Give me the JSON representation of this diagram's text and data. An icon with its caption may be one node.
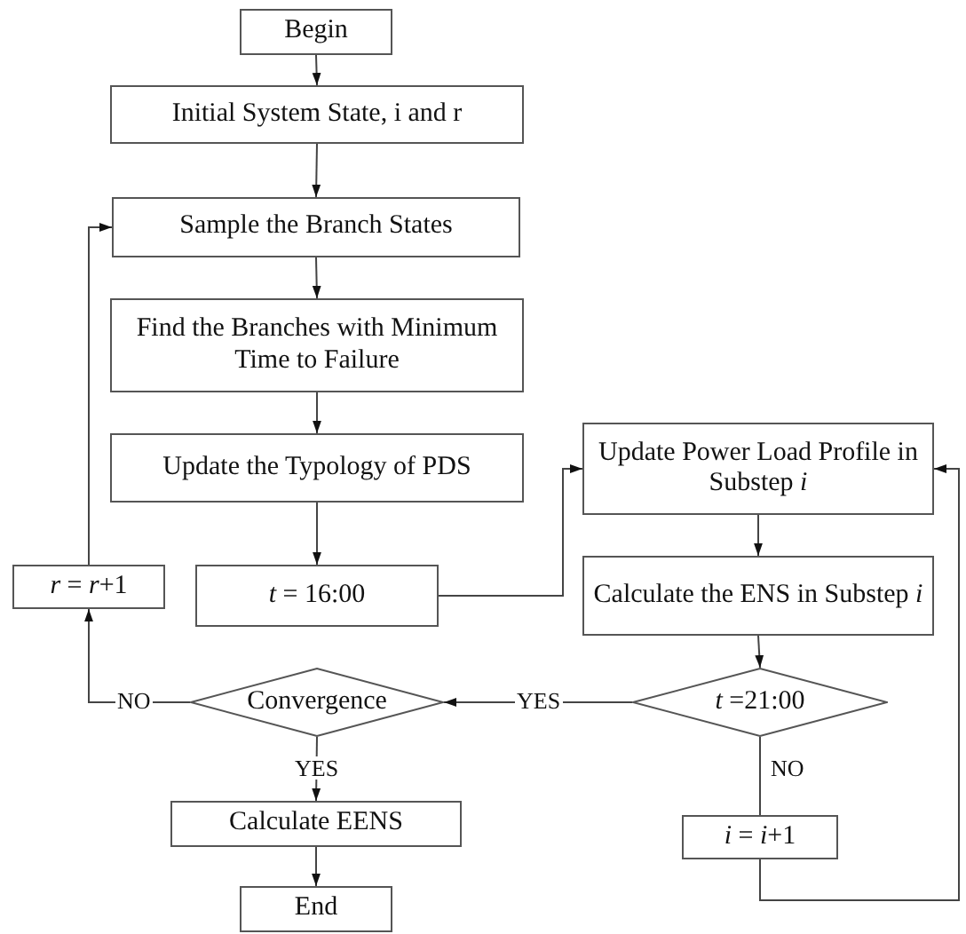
{
  "diagram": {
    "nodes": [
      {
        "text": [
          "Begin"
        ]
      },
      {
        "text": [
          "Initial System State, i and r"
        ]
      },
      {
        "text": [
          "Sample the Branch States"
        ]
      },
      {
        "text": [
          "Find the Branches with Minimum Time to Failure"
        ]
      },
      {
        "text": [
          "Update the Typology of PDS"
        ]
      },
      {
        "text": [
          "*t* = 16:00"
        ]
      },
      {
        "text": [
          "Update Power Load Profile in Substep *i*"
        ]
      },
      {
        "text": [
          "Calculate the ENS in Substep *i*"
        ]
      },
      {
        "text": [
          "*t* =21:00"
        ]
      },
      {
        "text": [
          "Convergence"
        ]
      },
      {
        "text": [
          "*r* = *r*+1"
        ]
      },
      {
        "text": [
          "Calculate EENS"
        ]
      },
      {
        "text": [
          "End"
        ]
      },
      {
        "text": [
          "*i* = *i*+1"
        ]
      }
    ],
    "edges": [
      {
        "from": 0,
        "to": 1,
        "arrow": "to"
      },
      {
        "from": 1,
        "to": 2,
        "arrow": "to"
      },
      {
        "from": 2,
        "to": 3,
        "arrow": "to"
      },
      {
        "from": 3,
        "to": 4,
        "arrow": "to"
      },
      {
        "from": 4,
        "to": 5,
        "arrow": "to"
      },
      {
        "from": 5,
        "to": 6,
        "arrow": "to"
      },
      {
        "from": 6,
        "to": 7,
        "arrow": "to"
      },
      {
        "from": 7,
        "to": 8,
        "arrow": "to"
      },
      {
        "from": 8,
        "to": 9,
        "arrow": "to",
        "label": "YES"
      },
      {
        "from": 9,
        "to": 10,
        "arrow": "to",
        "label": "NO"
      },
      {
        "from": 10,
        "to": 2,
        "arrow": "to"
      },
      {
        "from": 9,
        "to": 11,
        "arrow": "to",
        "label": "YES"
      },
      {
        "from": 11,
        "to": 12,
        "arrow": "to"
      },
      {
        "from": 8,
        "to": 13,
        "arrow": "none",
        "label": "NO"
      },
      {
        "from": 13,
        "to": 6,
        "arrow": "to"
      }
    ]
  }
}
